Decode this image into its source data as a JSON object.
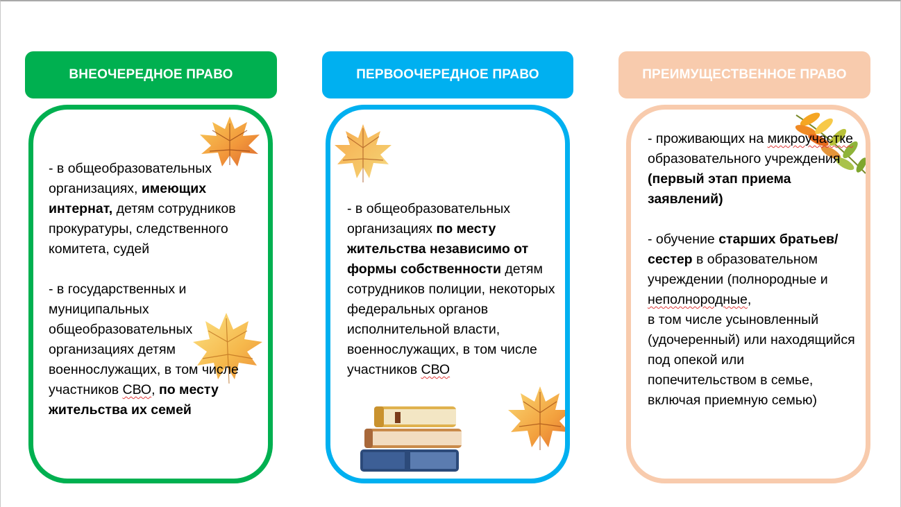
{
  "headers": {
    "h1": "ВНЕОЧЕРЕДНОЕ ПРАВО",
    "h2": "ПЕРВООЧЕРЕДНОЕ ПРАВО",
    "h3": "ПРЕИМУЩЕСТВЕННОЕ ПРАВО"
  },
  "colors": {
    "green": "#00b050",
    "blue": "#00b0f0",
    "peach": "#f8cbad"
  },
  "card1": {
    "p1_a": "- в общеобразовательных организациях, ",
    "p1_b": "имеющих интернат,",
    "p1_c": " детям сотрудников прокуратуры, следственного комитета, судей",
    "p2_a": "- в государственных и муниципальных общеобразовательных организациях детям военнослужащих, в том числе участников ",
    "p2_svo": "СВО",
    "p2_comma": ", ",
    "p2_b": "по месту жительства их семей"
  },
  "card2": {
    "p1_a": "- в общеобразовательных организациях ",
    "p1_b": "по месту жительства независимо от формы собственности",
    "p1_c": " детям сотрудников полиции, некоторых федеральных органов исполнительной власти, военнослужащих, в том числе участников ",
    "p1_svo": "СВО"
  },
  "card3": {
    "p1_a": "- проживающих на ",
    "p1_micro": "микроучастке",
    "p1_b": " образовательного учреждения ",
    "p1_bold": "(первый этап приема заявлений)",
    "p2_a": "- обучение ",
    "p2_bold": "старших братьев/сестер",
    "p2_b": " в образовательном учреждении (полнородные и ",
    "p2_nep": "неполнородные",
    "p2_c": ",",
    "p3": "в том числе усыновленный (удочеренный) или находящийся под опекой или попечительством в семье, включая приемную семью)"
  },
  "decor": {
    "maple_icon": "maple-leaf-icon",
    "rowan_icon": "rowan-leaf-icon",
    "books_icon": "books-stack-icon"
  }
}
